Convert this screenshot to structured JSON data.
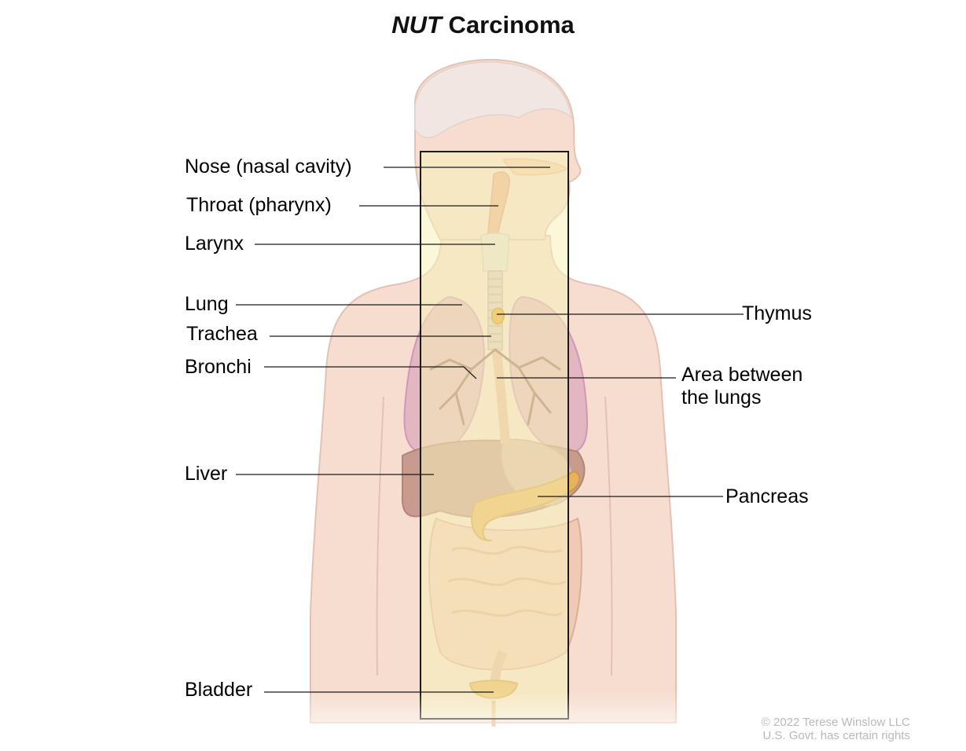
{
  "title": {
    "italic_part": "NUT",
    "rest": " Carcinoma"
  },
  "labels": {
    "nose": "Nose (nasal cavity)",
    "throat": "Throat (pharynx)",
    "larynx": "Larynx",
    "lung": "Lung",
    "trachea": "Trachea",
    "bronchi": "Bronchi",
    "liver": "Liver",
    "bladder": "Bladder",
    "thymus": "Thymus",
    "area_line1": "Area between",
    "area_line2": "the lungs",
    "pancreas": "Pancreas"
  },
  "copyright": {
    "line1": "© 2022 Terese Winslow LLC",
    "line2": "U.S. Govt. has certain rights"
  },
  "colors": {
    "skin": "#f6ddd0",
    "skin_outline": "#e3c2b4",
    "highlight_box": "#f7f0b9",
    "lung": "#e2b7c2",
    "lung_outer": "#cf98b8",
    "liver": "#c79c8f",
    "pancreas": "#e8b25c",
    "thymus": "#e9a22c",
    "intestine": "#efcab5",
    "trachea": "#d9c7bd",
    "bronchi": "#9a6e60"
  }
}
